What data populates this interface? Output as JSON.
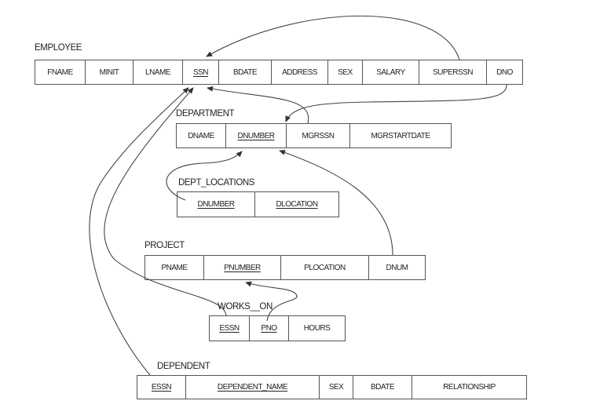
{
  "tables": {
    "employee": {
      "name": "EMPLOYEE",
      "columns": [
        "FNAME",
        "MINIT",
        "LNAME",
        "SSN",
        "BDATE",
        "ADDRESS",
        "SEX",
        "SALARY",
        "SUPERSSN",
        "DNO"
      ],
      "primary_key": [
        "SSN"
      ]
    },
    "department": {
      "name": "DEPARTMENT",
      "columns": [
        "DNAME",
        "DNUMBER",
        "MGRSSN",
        "MGRSTARTDATE"
      ],
      "primary_key": [
        "DNUMBER"
      ]
    },
    "dept_locations": {
      "name": "DEPT_LOCATIONS",
      "columns": [
        "DNUMBER",
        "DLOCATION"
      ],
      "primary_key": [
        "DNUMBER",
        "DLOCATION"
      ]
    },
    "project": {
      "name": "PROJECT",
      "columns": [
        "PNAME",
        "PNUMBER",
        "PLOCATION",
        "DNUM"
      ],
      "primary_key": [
        "PNUMBER"
      ]
    },
    "works_on": {
      "name": "WORKS__ON",
      "columns": [
        "ESSN",
        "PNO",
        "HOURS"
      ],
      "primary_key": [
        "ESSN",
        "PNO"
      ]
    },
    "dependent": {
      "name": "DEPENDENT",
      "columns": [
        "ESSN",
        "DEPENDENT_NAME",
        "SEX",
        "BDATE",
        "RELATIONSHIP"
      ],
      "primary_key": [
        "ESSN",
        "DEPENDENT_NAME"
      ]
    }
  },
  "foreign_keys": [
    {
      "from": "EMPLOYEE.SUPERSSN",
      "to": "EMPLOYEE.SSN"
    },
    {
      "from": "EMPLOYEE.DNO",
      "to": "DEPARTMENT.DNUMBER"
    },
    {
      "from": "DEPARTMENT.MGRSSN",
      "to": "EMPLOYEE.SSN"
    },
    {
      "from": "DEPT_LOCATIONS.DNUMBER",
      "to": "DEPARTMENT.DNUMBER"
    },
    {
      "from": "PROJECT.DNUM",
      "to": "DEPARTMENT.DNUMBER"
    },
    {
      "from": "WORKS__ON.ESSN",
      "to": "EMPLOYEE.SSN"
    },
    {
      "from": "WORKS__ON.PNO",
      "to": "PROJECT.PNUMBER"
    },
    {
      "from": "DEPENDENT.ESSN",
      "to": "EMPLOYEE.SSN"
    }
  ]
}
